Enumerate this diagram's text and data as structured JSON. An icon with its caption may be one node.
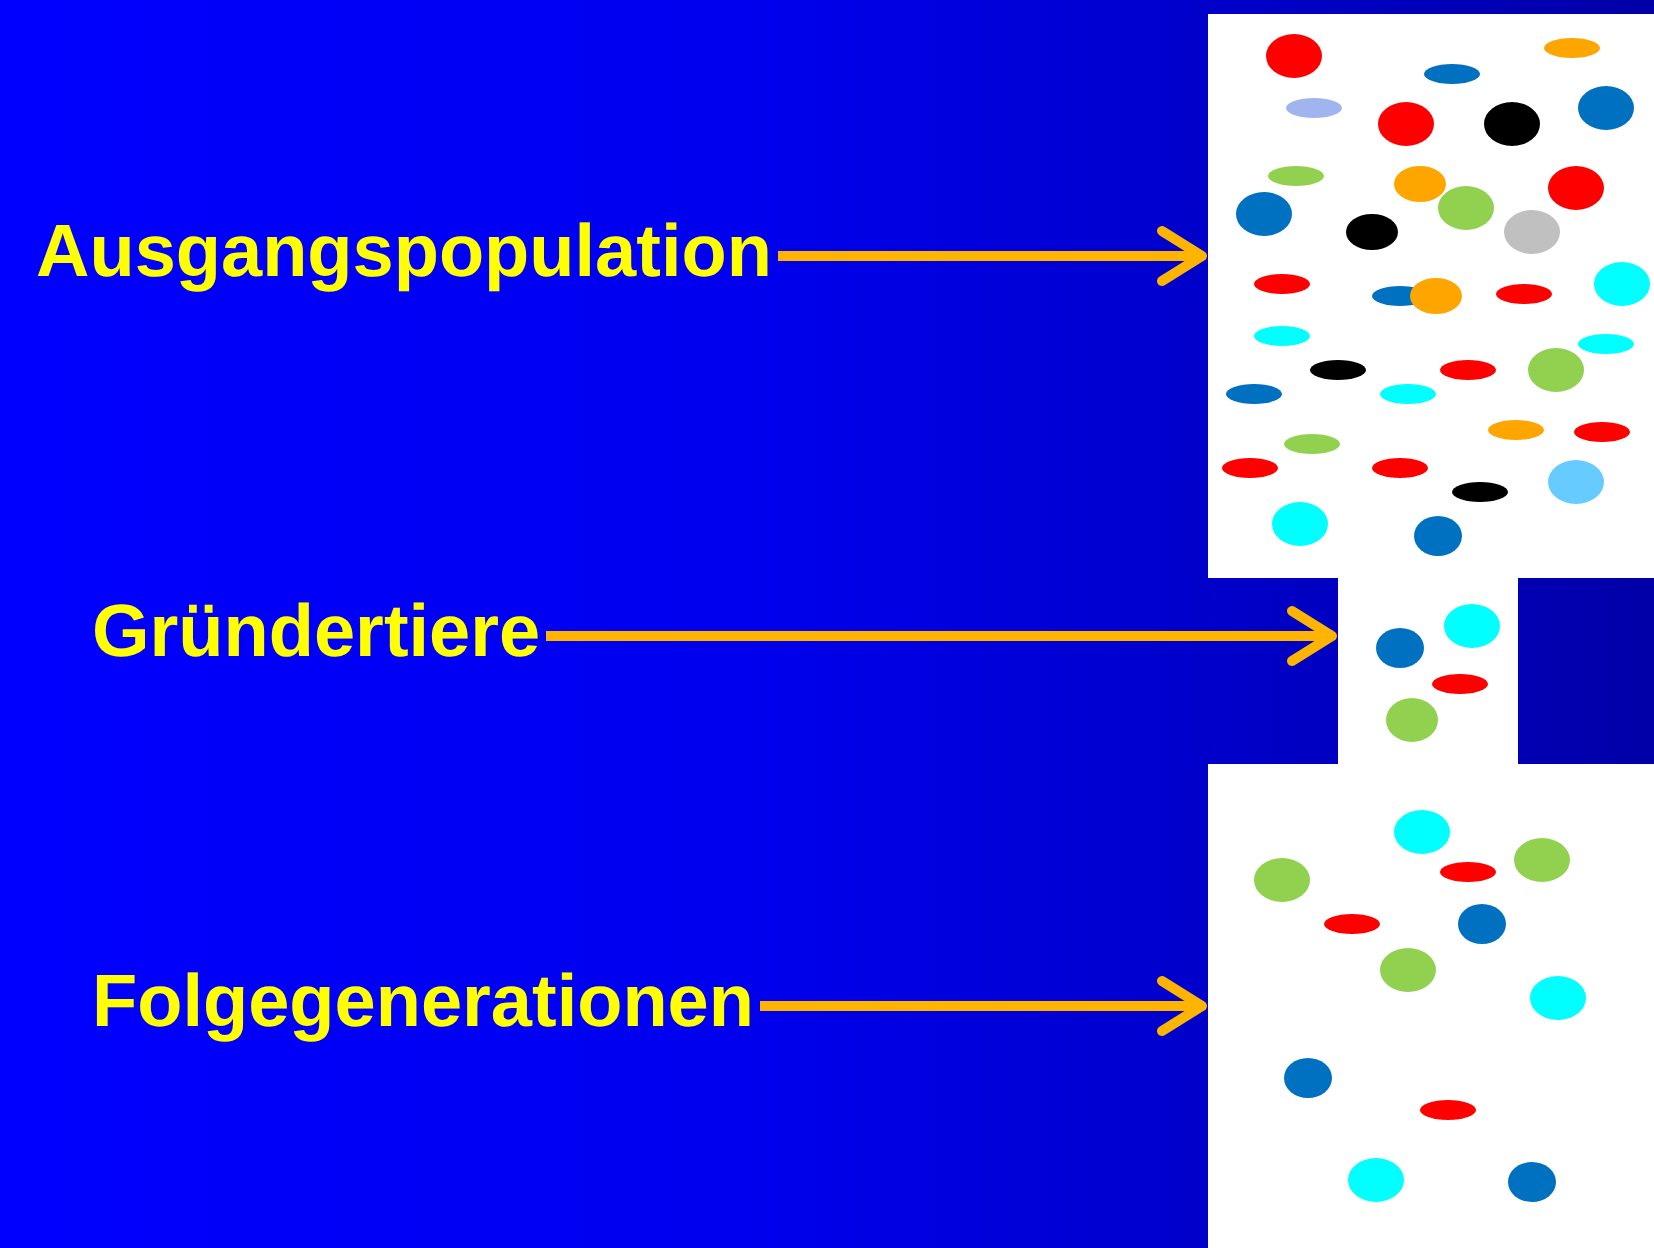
{
  "diagram": {
    "nodes": [
      {
        "text": [
          "Ausgangspopulation"
        ]
      },
      {
        "text": [],
        "shape": "box"
      },
      {
        "text": [
          "Gründertiere"
        ]
      },
      {
        "text": [],
        "shape": "box"
      },
      {
        "text": [
          "Folgegenerationen"
        ]
      },
      {
        "text": [],
        "shape": "box"
      }
    ],
    "edges": [
      {
        "from": 0,
        "to": 1,
        "arrow": "to"
      },
      {
        "from": 2,
        "to": 3,
        "arrow": "to"
      },
      {
        "from": 4,
        "to": 5,
        "arrow": "to"
      }
    ]
  }
}
